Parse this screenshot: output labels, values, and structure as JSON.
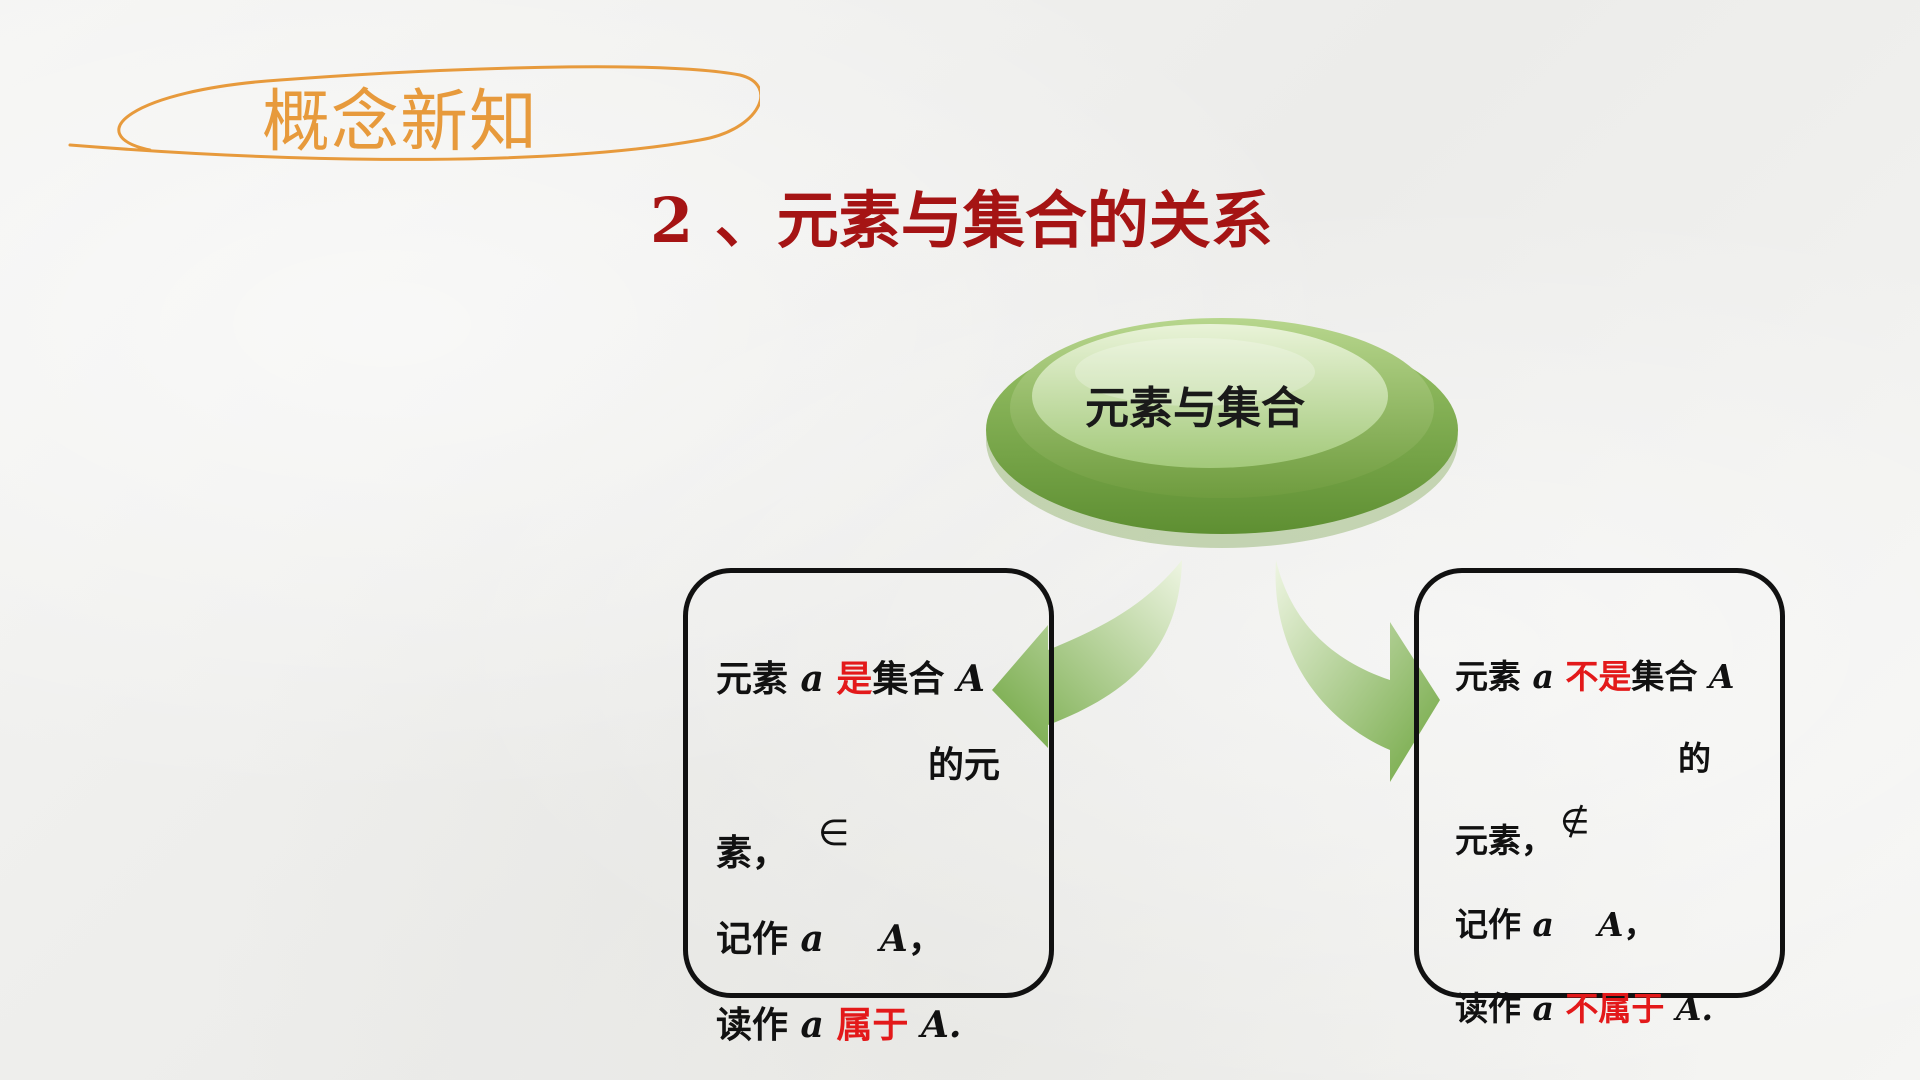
{
  "header": {
    "title": "概念新知"
  },
  "main": {
    "title": "2 、元素与集合的关系"
  },
  "diagram": {
    "center_label": "元素与集合",
    "left_box": {
      "l1_a": "元素 ",
      "l1_var": "a",
      "l1_red": " 是",
      "l1_b": "集合 ",
      "l1_set": "A",
      "l2": "的元",
      "l3": "素，",
      "symbol": "∈",
      "l4_a": "记作 ",
      "l4_var": "a",
      "l4_set": "A",
      "l4_comma": "，",
      "l5_a": "读作 ",
      "l5_var": "a",
      "l5_red": " 属于 ",
      "l5_set": "A."
    },
    "right_box": {
      "l1_a": "元素 ",
      "l1_var": "a",
      "l1_red": " 不是",
      "l1_b": "集合 ",
      "l1_set": "A",
      "l2": "的",
      "l3": "元素，",
      "symbol": "∉",
      "l4_a": "记作 ",
      "l4_var": "a",
      "l4_set": "A",
      "l4_comma": "，",
      "l5_a": "读作 ",
      "l5_var": "a",
      "l5_red": " 不属于 ",
      "l5_set": "A."
    }
  },
  "colors": {
    "header_orange": "#e79a3c",
    "title_red": "#a51414",
    "highlight_red": "#e3191a",
    "oval_green": "#7aa94a"
  }
}
